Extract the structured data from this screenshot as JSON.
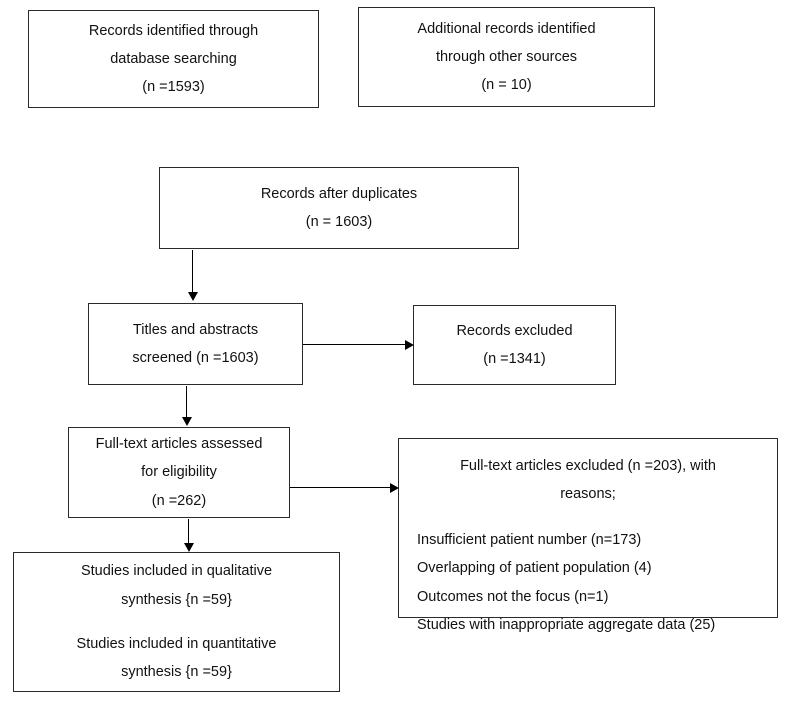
{
  "diagram": {
    "type": "prisma-flow-diagram",
    "nodes": {
      "db_records": {
        "lines": [
          "Records identified through",
          "database searching",
          "(n =1593)"
        ],
        "count": 1593
      },
      "other_records": {
        "lines": [
          "Additional records identified",
          "through other sources",
          "(n = 10)"
        ],
        "count": 10
      },
      "after_duplicates": {
        "lines": [
          "Records after duplicates",
          "(n = 1603)"
        ],
        "count": 1603
      },
      "screened": {
        "lines": [
          "Titles and abstracts",
          "screened (n =1603)"
        ],
        "count": 1603
      },
      "records_excluded": {
        "lines": [
          "Records excluded",
          "(n =1341)"
        ],
        "count": 1341
      },
      "fulltext_assessed": {
        "lines": [
          "Full-text articles assessed",
          "for eligibility",
          "(n =262)"
        ],
        "count": 262
      },
      "fulltext_excluded": {
        "heading": [
          "Full-text articles excluded (n =203), with",
          "reasons;"
        ],
        "count": 203,
        "reasons": [
          "Insufficient patient number (n=173)",
          "Overlapping of patient population (4)",
          "Outcomes not the focus (n=1)",
          "Studies with inappropriate aggregate data (25)"
        ]
      },
      "included": {
        "qualitative": [
          "Studies included in qualitative",
          "synthesis {n =59}"
        ],
        "quantitative": [
          "Studies included in quantitative",
          "synthesis {n =59}"
        ],
        "qualitative_count": 59,
        "quantitative_count": 59
      }
    },
    "colors": {
      "box_border": "#2b2b2b",
      "connector": "#000000",
      "text": "#111111",
      "background": "#ffffff"
    }
  }
}
